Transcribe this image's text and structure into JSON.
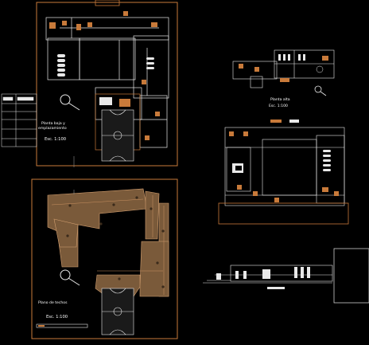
{
  "drawing": {
    "background": "#000000",
    "line_color_main": "#c87a3a",
    "line_color_white": "#e8e8e8",
    "line_color_gray": "#8a8a8a",
    "roof_fill": "#7a5a3a",
    "plans": {
      "ground": {
        "title_line1": "Planta baja y",
        "title_line2": "emplazamiento",
        "scale": "Esc. 1:100"
      },
      "upper": {
        "title": "Planta alta",
        "scale": "Esc. 1:100"
      },
      "roof": {
        "title": "Plano de techos",
        "scale": "Esc. 1:100"
      },
      "elevation": {
        "title": ""
      }
    },
    "icons": [
      "north-arrow-icon",
      "north-arrow-icon",
      "north-arrow-icon"
    ]
  }
}
